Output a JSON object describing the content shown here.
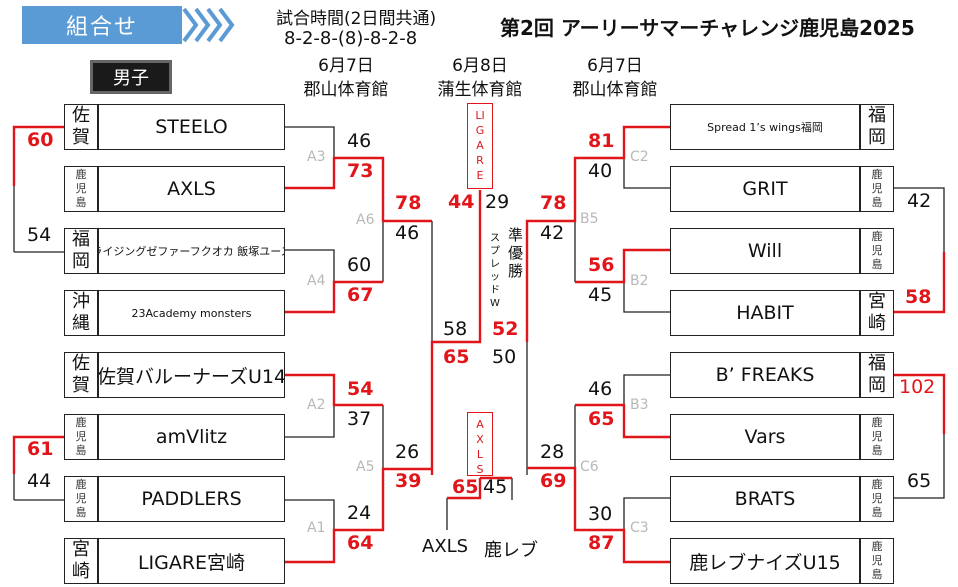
{
  "header": {
    "badge_label": "組合せ",
    "time_label": "試合時間(2日間共通)",
    "time_value": "8-2-8-(8)-8-2-8",
    "title": "第2回 アーリーサマーチャレンジ鹿児島2025",
    "category": "男子"
  },
  "venues": {
    "left": {
      "date": "6月7日",
      "name": "郡山体育館"
    },
    "center": {
      "date": "6月8日",
      "name": "蒲生体育館"
    },
    "right": {
      "date": "6月7日",
      "name": "郡山体育館"
    }
  },
  "left_teams": [
    {
      "pref": "佐賀",
      "name": "STEELO"
    },
    {
      "pref": "鹿児島",
      "name": "AXLS"
    },
    {
      "pref": "福岡",
      "name": "ライジングゼファーフクオカ 飯塚ユース"
    },
    {
      "pref": "沖縄",
      "name": "23Academy monsters"
    },
    {
      "pref": "佐賀",
      "name": "佐賀バルーナーズU14"
    },
    {
      "pref": "鹿児島",
      "name": "amVlitz"
    },
    {
      "pref": "鹿児島",
      "name": "PADDLERS"
    },
    {
      "pref": "宮崎",
      "name": "LIGARE宮崎"
    }
  ],
  "right_teams": [
    {
      "pref": "福岡",
      "name": "Spread 1’s wings福岡"
    },
    {
      "pref": "鹿児島",
      "name": "GRIT"
    },
    {
      "pref": "鹿児島",
      "name": "Will"
    },
    {
      "pref": "宮崎",
      "name": "HABIT"
    },
    {
      "pref": "福岡",
      "name": "B’ FREAKS"
    },
    {
      "pref": "鹿児島",
      "name": "Vars"
    },
    {
      "pref": "鹿児島",
      "name": "BRATS"
    },
    {
      "pref": "鹿児島",
      "name": "鹿レブナイズU15"
    }
  ],
  "game_codes": {
    "A1": "A1",
    "A2": "A2",
    "A3": "A3",
    "A4": "A4",
    "A5": "A5",
    "A6": "A6",
    "B2": "B2",
    "B3": "B3",
    "B5": "B5",
    "C2": "C2",
    "C3": "C3",
    "C6": "C6"
  },
  "scores": {
    "l_pre_win": "60",
    "l_pre_lose": "54",
    "l_pre2_win": "61",
    "l_pre2_lose": "44",
    "a3_lose": "46",
    "a3_win": "73",
    "a4_lose": "60",
    "a4_win": "67",
    "a2_win": "54",
    "a2_lose": "37",
    "a1_lose": "24",
    "a1_win": "64",
    "a6_win": "78",
    "a6_lose": "46",
    "a5_lose": "26",
    "a5_win": "39",
    "ls_win": "44",
    "ls_lose": "29",
    "lf_lose": "58",
    "lf_win": "65",
    "rf_win": "52",
    "rf_lose": "50",
    "r_c2_win": "81",
    "r_c2_lose": "40",
    "r_b2_win": "56",
    "r_b2_lose": "45",
    "r_b3_lose": "46",
    "r_b3_win": "65",
    "r_c3_lose": "30",
    "r_c3_win": "87",
    "r_pre_lose": "42",
    "r_pre_win": "58",
    "r_pre2_win": "102",
    "r_pre2_lose": "65",
    "b5_win": "78",
    "b5_lose": "42",
    "c6_lose": "28",
    "c6_win": "69",
    "third_win": "65",
    "third_lose": "45"
  },
  "labels": {
    "ligare_vertical": "LIGARE",
    "axls_vertical": "AXLS",
    "runner_up_label": "準優勝",
    "spread_vertical": "スプレッドW",
    "bottom_left": "AXLS",
    "bottom_right": "鹿レブ"
  },
  "colors": {
    "accent_red": "#e0161b",
    "badge_blue": "#5b9bd5",
    "category_bg": "#1a1a1a"
  }
}
